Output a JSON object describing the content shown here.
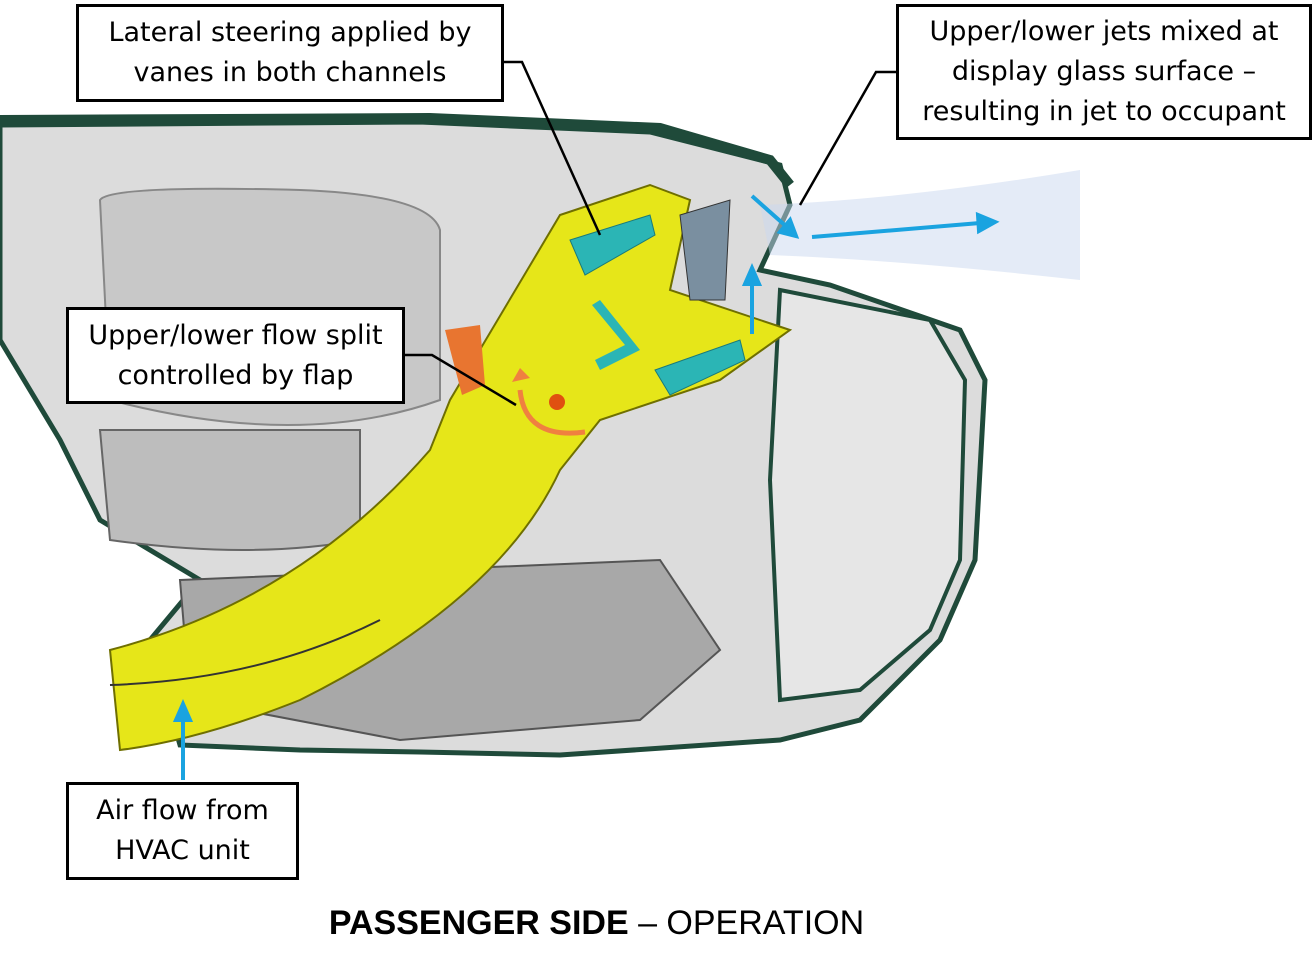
{
  "callouts": {
    "lateral_steering": [
      "Lateral steering applied by",
      "vanes in both channels"
    ],
    "jets_mixed": [
      "Upper/lower jets mixed at",
      "display glass surface –",
      "resulting in jet to occupant"
    ],
    "flow_split": [
      "Upper/lower flow split",
      "controlled by flap"
    ],
    "air_flow": [
      "Air flow from",
      "HVAC unit"
    ]
  },
  "title": {
    "bold": "PASSENGER SIDE",
    "rest": " – OPERATION"
  },
  "colors": {
    "duct": "#e6e619",
    "vane": "#2bb5b5",
    "arrow": "#1aa3e0",
    "flap_arrow": "#f08040",
    "outline": "#1f4a3a",
    "housing": "#d8d8d8"
  }
}
